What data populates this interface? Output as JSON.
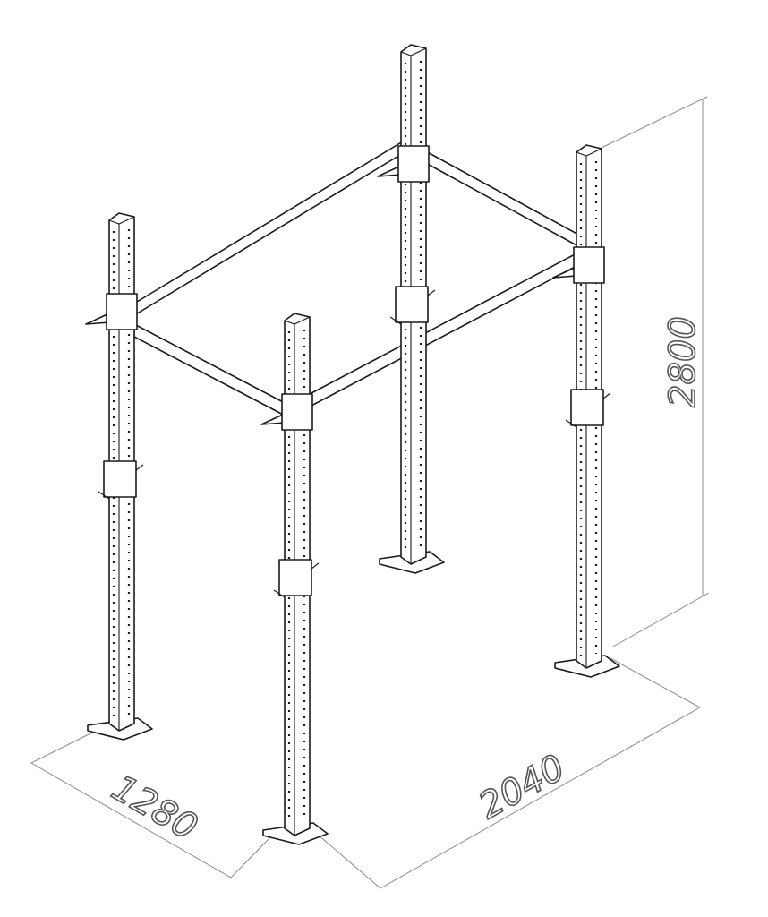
{
  "diagram": {
    "subject": "rig",
    "dimensions": {
      "depth": "1280",
      "width": "2040",
      "height": "2800"
    }
  }
}
